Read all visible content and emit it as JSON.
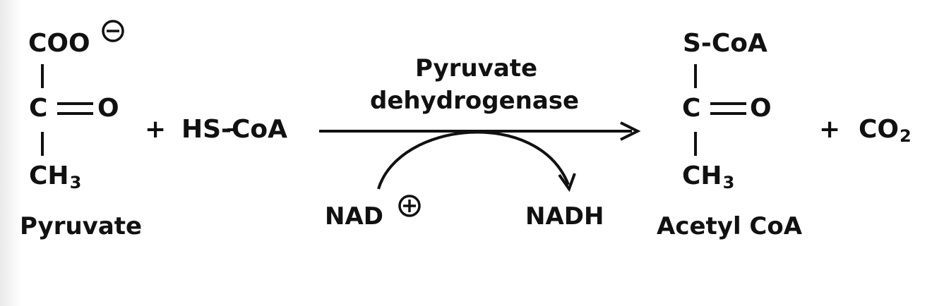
{
  "reactant": {
    "carboxylate": "COO",
    "carbonyl_carbon": "C",
    "carbonyl_oxygen": "O",
    "methyl": "CH",
    "methyl_subscript": "3",
    "name": "Pyruvate"
  },
  "plus_1": "+",
  "coenzyme_a": "HS-CoA",
  "enzyme": {
    "line1": "Pyruvate",
    "line2": "dehydrogenase"
  },
  "cofactor_in": "NAD",
  "cofactor_out": "NADH",
  "product": {
    "thioester": "S-CoA",
    "carbonyl_carbon": "C",
    "carbonyl_oxygen": "O",
    "methyl": "CH",
    "methyl_subscript": "3",
    "name": "Acetyl CoA"
  },
  "plus_2": "+",
  "byproduct": {
    "formula": "CO",
    "subscript": "2"
  },
  "colors": {
    "ink": "#111111"
  }
}
